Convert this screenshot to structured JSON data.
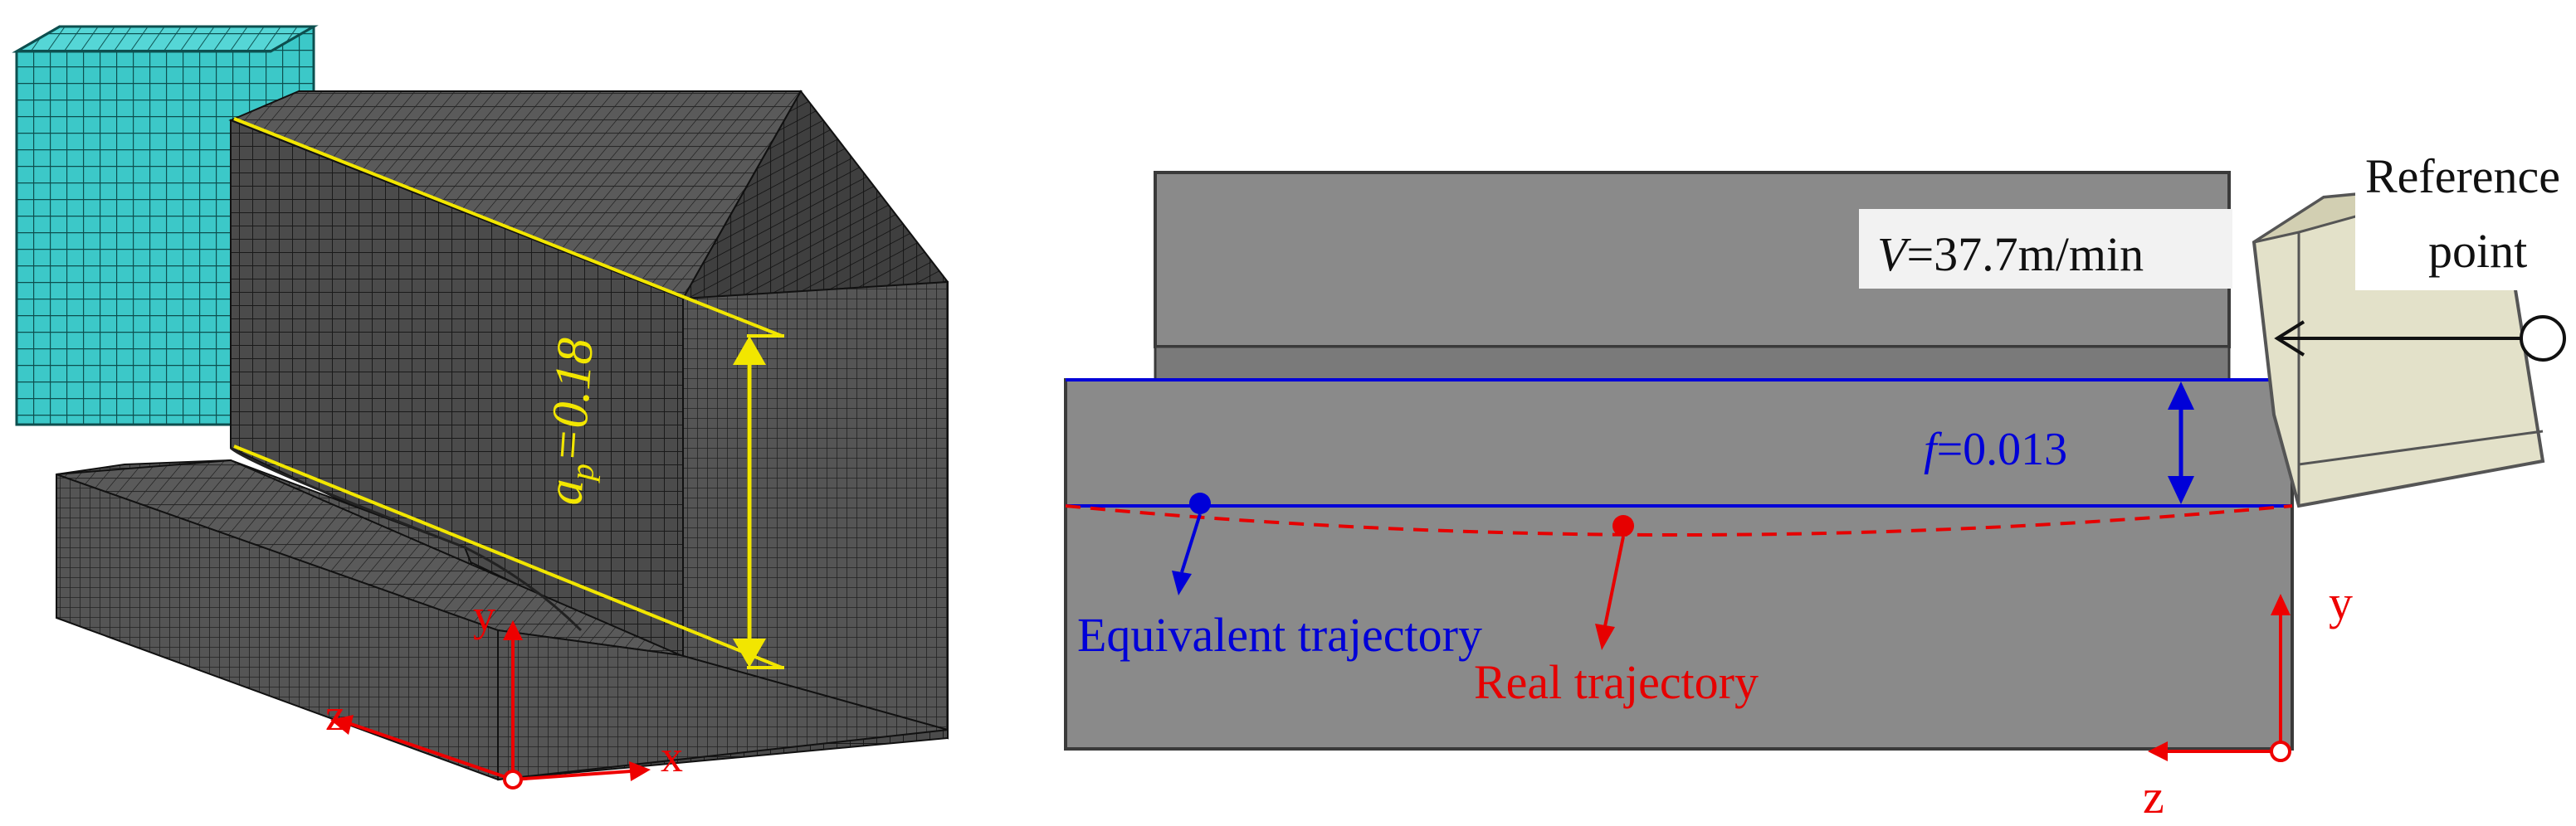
{
  "left_panel": {
    "depth_symbol": "a",
    "depth_subscript": "p",
    "depth_value": "=0.18",
    "axis_y": "y",
    "axis_z": "z",
    "axis_x": "x"
  },
  "right_panel": {
    "velocity_symbol": "V",
    "velocity_value": "=37.7m/min",
    "reference_line1": "Reference",
    "reference_line2": "point",
    "feed_symbol": "f",
    "feed_value": "=0.013",
    "equivalent_label": "Equivalent trajectory",
    "real_label": "Real trajectory",
    "axis_y": "y",
    "axis_z": "z"
  },
  "colors": {
    "mesh_workpiece": "#4a4a4a",
    "mesh_tool": "#35c7c7",
    "dimension_yellow": "#f2e600",
    "axis_red": "#ee0000",
    "label_blue": "#0000d8",
    "label_red": "#e60000",
    "block_gray": "#8a8a8a"
  }
}
